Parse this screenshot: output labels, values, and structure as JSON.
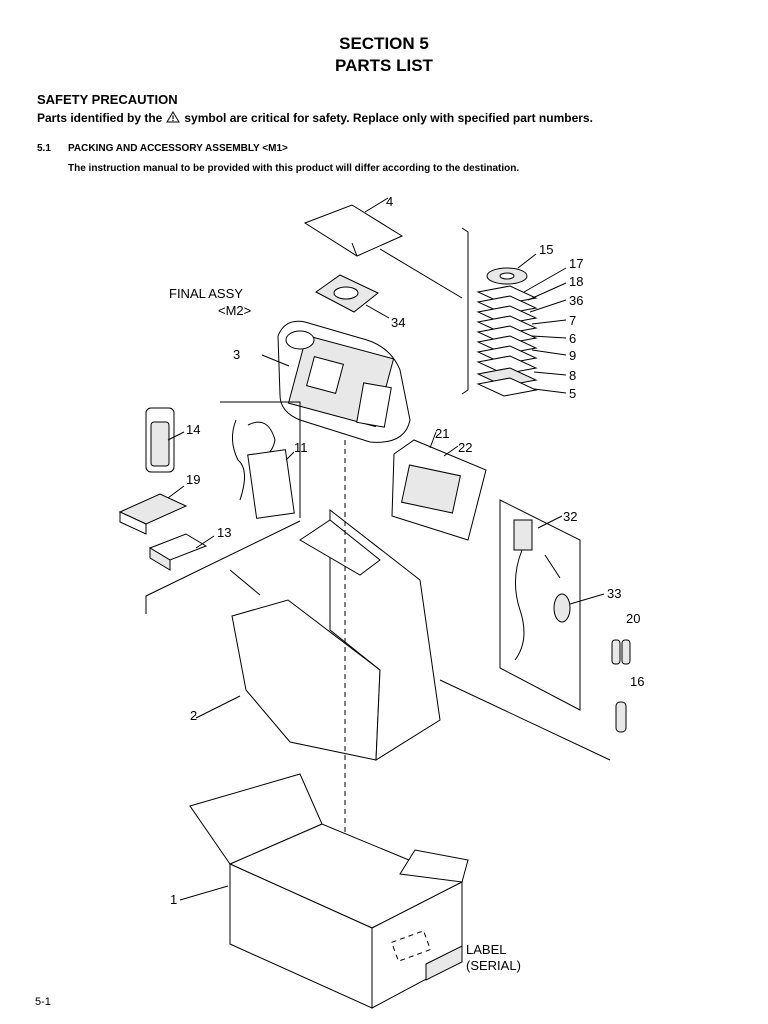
{
  "header": {
    "section": "SECTION  5",
    "title": "PARTS  LIST"
  },
  "safety": {
    "heading": "SAFETY PRECAUTION",
    "text_before": "Parts identified by the",
    "text_after": "symbol are critical for safety. Replace only with specified part numbers.",
    "symbol_icon": "warning-triangle-icon"
  },
  "subsection": {
    "number": "5.1",
    "title": "PACKING AND ACCESSORY ASSEMBLY  <M1>",
    "note": "The instruction manual to be provided with this product will differ according to the destination."
  },
  "diagram": {
    "final_assy_line1": "FINAL  ASSY",
    "final_assy_line2": "<M2>",
    "label_line1": "LABEL",
    "label_line2": "(SERIAL)",
    "callouts": {
      "c1": "1",
      "c2": "2",
      "c3": "3",
      "c4": "4",
      "c5": "5",
      "c6": "6",
      "c7": "7",
      "c8": "8",
      "c9": "9",
      "c11": "11",
      "c13": "13",
      "c14": "14",
      "c15": "15",
      "c16": "16",
      "c17": "17",
      "c18": "18",
      "c19": "19",
      "c20": "20",
      "c21": "21",
      "c22": "22",
      "c32": "32",
      "c33": "33",
      "c34": "34",
      "c36": "36"
    }
  },
  "footer": {
    "page": "5-1"
  }
}
